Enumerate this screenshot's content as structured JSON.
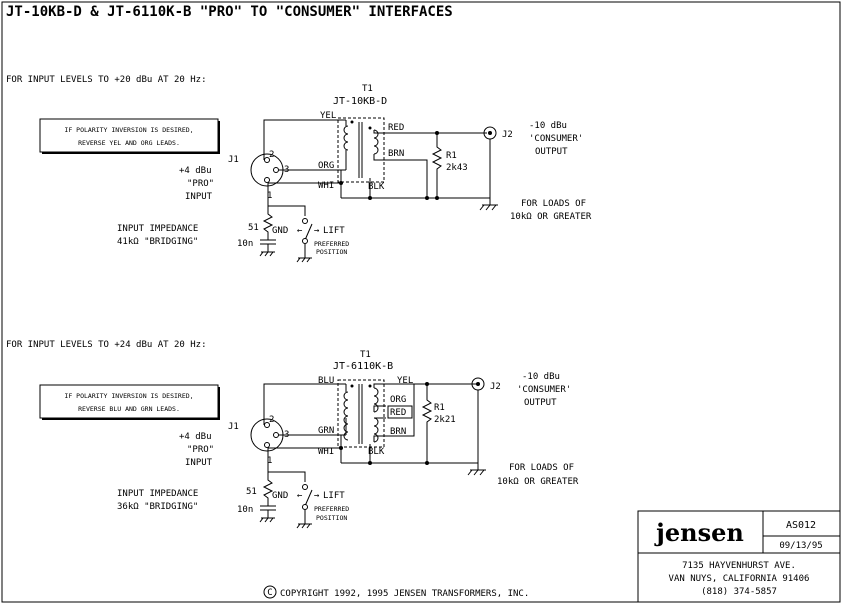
{
  "title": "JT-10KB-D & JT-6110K-B \"PRO\" TO \"CONSUMER\" INTERFACES",
  "circuits": [
    {
      "heading": "FOR INPUT LEVELS TO +20 dBu AT 20 Hz:",
      "t_ref": "T1",
      "t_model": "JT-10KB-D",
      "polarity_note": [
        "IF POLARITY INVERSION IS DESIRED,",
        "REVERSE YEL AND ORG LEADS."
      ],
      "j1": "J1",
      "level": "+4 dBu",
      "pro": "\"PRO\"",
      "input": "INPUT",
      "pin2": "2",
      "pin3": "3",
      "pin1": "1",
      "pri_top": "YEL",
      "pri_mid": "ORG",
      "pri_bot": "WHI",
      "sec_top": "RED",
      "sec_mid": "BRN",
      "sec_bot": "BLK",
      "r_ref": "R1",
      "r_val": "2k43",
      "j2": "J2",
      "out_level": "-10 dBu",
      "consumer": "'CONSUMER'",
      "output": "OUTPUT",
      "loads": [
        "FOR LOADS OF",
        "10kΩ OR GREATER"
      ],
      "imp": [
        "INPUT IMPEDANCE",
        "41kΩ \"BRIDGING\""
      ],
      "res": "51",
      "cap": "10n",
      "gnd": "GND",
      "lift": "LIFT",
      "preferred": [
        "PREFERRED",
        "POSITION"
      ]
    },
    {
      "heading": "FOR INPUT LEVELS TO +24 dBu AT 20 Hz:",
      "t_ref": "T1",
      "t_model": "JT-6110K-B",
      "polarity_note": [
        "IF POLARITY INVERSION IS DESIRED,",
        "REVERSE BLU AND GRN LEADS."
      ],
      "j1": "J1",
      "level": "+4 dBu",
      "pro": "\"PRO\"",
      "input": "INPUT",
      "pin2": "2",
      "pin3": "3",
      "pin1": "1",
      "pri_top": "BLU",
      "pri_mid": "GRN",
      "pri_bot": "WHI",
      "sec_top": "YEL",
      "sec_org": "ORG",
      "sec_red": "RED",
      "sec_mid": "BRN",
      "sec_bot": "BLK",
      "r_ref": "R1",
      "r_val": "2k21",
      "j2": "J2",
      "out_level": "-10 dBu",
      "consumer": "'CONSUMER'",
      "output": "OUTPUT",
      "loads": [
        "FOR LOADS OF",
        "10kΩ OR GREATER"
      ],
      "imp": [
        "INPUT IMPEDANCE",
        "36kΩ \"BRIDGING\""
      ],
      "res": "51",
      "cap": "10n",
      "gnd": "GND",
      "lift": "LIFT",
      "preferred": [
        "PREFERRED",
        "POSITION"
      ]
    }
  ],
  "copyright_symbol": "C",
  "copyright": "COPYRIGHT 1992, 1995 JENSEN TRANSFORMERS, INC.",
  "titleblock": {
    "logo": "jensen",
    "doc_no": "AS012",
    "date": "09/13/95",
    "address": [
      "7135 HAYVENHURST AVE.",
      "VAN NUYS, CALIFORNIA 91406",
      "(818) 374-5857"
    ]
  }
}
